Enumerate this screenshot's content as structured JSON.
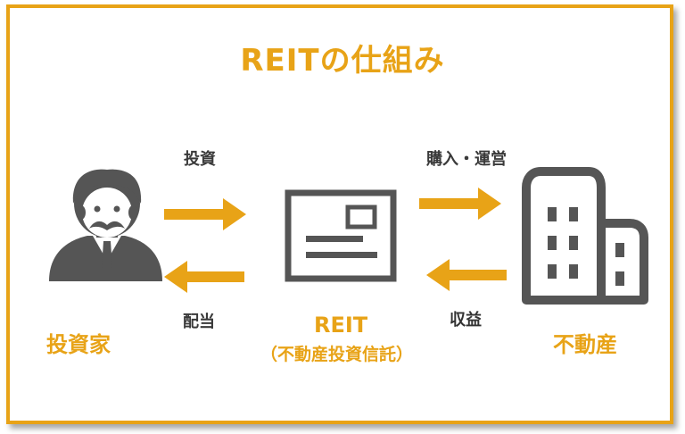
{
  "title": "REITの仕組み",
  "labels": {
    "invest": "投資",
    "dividend": "配当",
    "purchase": "購入・運営",
    "revenue": "収益",
    "investor": "投資家",
    "reit": "REIT",
    "reit_sub": "（不動産投資信託）",
    "real_estate": "不動産"
  },
  "colors": {
    "accent": "#e8a317",
    "icon": "#555555",
    "text": "#3a3a3a"
  },
  "icons": [
    "investor-icon",
    "certificate-icon",
    "building-icon"
  ]
}
